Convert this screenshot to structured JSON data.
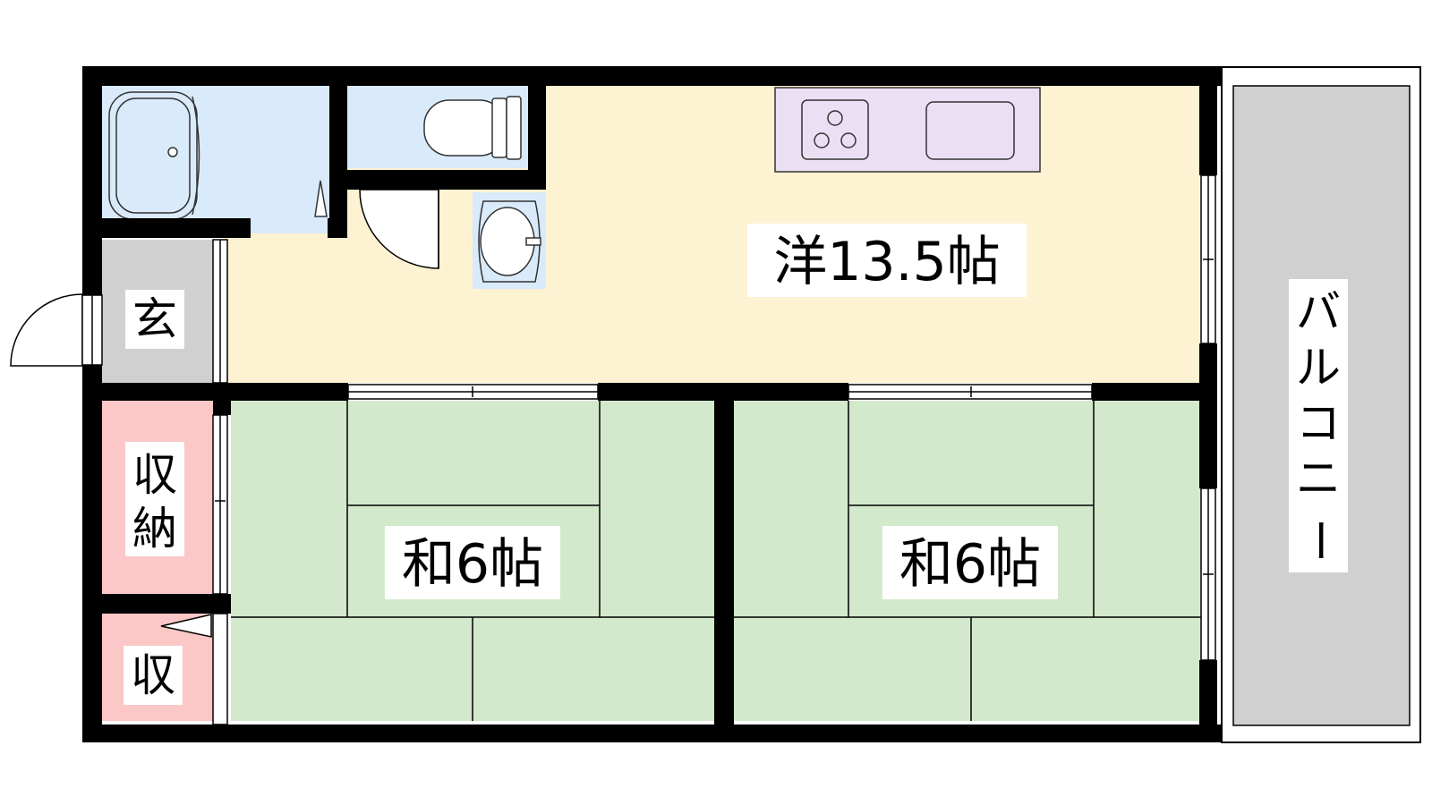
{
  "rooms": {
    "western": {
      "label": "洋13.5帖",
      "color": "#fdf2d2"
    },
    "japanese_left": {
      "label": "和6帖",
      "color": "#d3e9cc"
    },
    "japanese_right": {
      "label": "和6帖",
      "color": "#d3e9cc"
    },
    "entrance": {
      "label": "玄",
      "color": "#d0d0d0"
    },
    "storage_1": {
      "label_line1": "収",
      "label_line2": "納",
      "color": "#fbc7c7"
    },
    "storage_2": {
      "label": "収",
      "color": "#fbc7c7"
    },
    "balcony": {
      "label_chars": [
        "バ",
        "ル",
        "コ",
        "ニ",
        "ー"
      ],
      "color": "#d0d0d0"
    },
    "bathroom": {
      "color": "#d9eafb"
    },
    "toilet": {
      "color": "#d9eafb"
    },
    "kitchen": {
      "color": "#ebdff4"
    }
  },
  "colors": {
    "wall": "#000000",
    "fixture_stroke": "#333333"
  }
}
